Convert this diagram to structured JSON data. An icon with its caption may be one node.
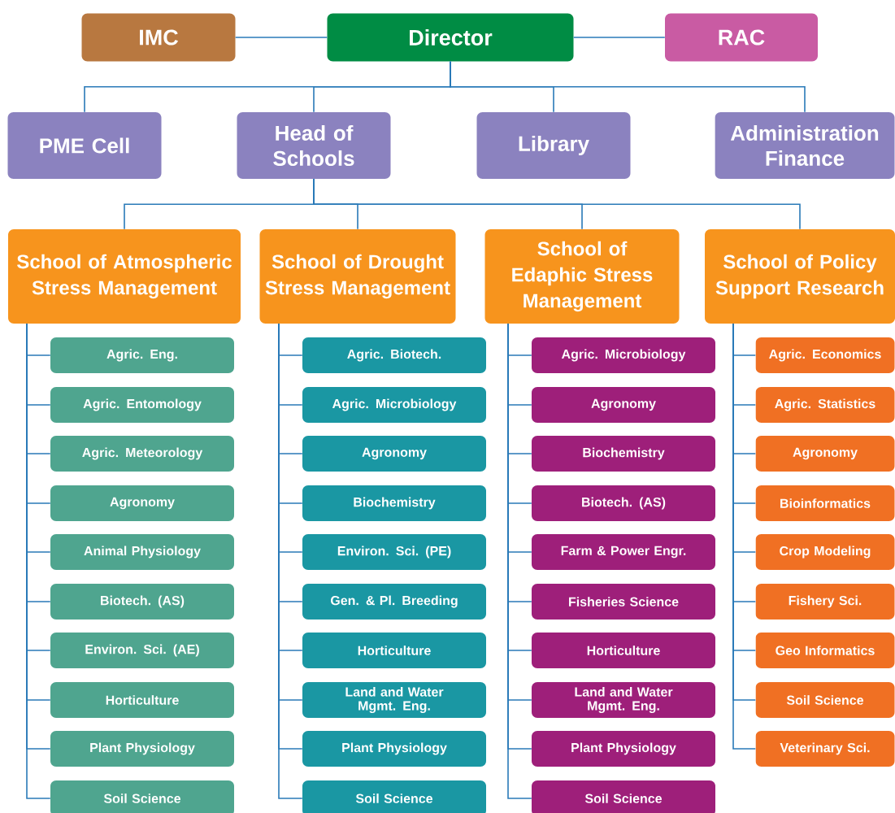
{
  "diagram": {
    "nodes": [
      {
        "text": [
          "IMC"
        ]
      },
      {
        "text": [
          "Director"
        ]
      },
      {
        "text": [
          "RAC"
        ]
      },
      {
        "text": [
          "PME Cell"
        ]
      },
      {
        "text": [
          "Head of Schools"
        ]
      },
      {
        "text": [
          "Library"
        ]
      },
      {
        "text": [
          "Administration Finance"
        ]
      },
      {
        "text": [
          "School of Atmospheric Stress Management"
        ]
      },
      {
        "text": [
          "School of Drought Stress Management"
        ]
      },
      {
        "text": [
          "School of Edaphic Stress Management"
        ]
      },
      {
        "text": [
          "School of Policy Support Research"
        ]
      },
      {
        "text": [
          "Agric. Eng."
        ]
      },
      {
        "text": [
          "Agric. Entomology"
        ]
      },
      {
        "text": [
          "Agric. Meteorology"
        ]
      },
      {
        "text": [
          "Agronomy"
        ]
      },
      {
        "text": [
          "Animal Physiology"
        ]
      },
      {
        "text": [
          "Biotech. (AS)"
        ]
      },
      {
        "text": [
          "Environ. Sci. (AE)"
        ]
      },
      {
        "text": [
          "Horticulture"
        ]
      },
      {
        "text": [
          "Plant Physiology"
        ]
      },
      {
        "text": [
          "Soil Science"
        ]
      },
      {
        "text": [
          "Agric. Biotech."
        ]
      },
      {
        "text": [
          "Agric. Microbiology"
        ]
      },
      {
        "text": [
          "Agronomy"
        ]
      },
      {
        "text": [
          "Biochemistry"
        ]
      },
      {
        "text": [
          "Environ. Sci. (PE)"
        ]
      },
      {
        "text": [
          "Gen. & Pl. Breeding"
        ]
      },
      {
        "text": [
          "Horticulture"
        ]
      },
      {
        "text": [
          "Land and Water Mgmt. Eng."
        ]
      },
      {
        "text": [
          "Plant Physiology"
        ]
      },
      {
        "text": [
          "Soil Science"
        ]
      },
      {
        "text": [
          "Agric. Microbiology"
        ]
      },
      {
        "text": [
          "Agronomy"
        ]
      },
      {
        "text": [
          "Biochemistry"
        ]
      },
      {
        "text": [
          "Biotech. (AS)"
        ]
      },
      {
        "text": [
          "Farm & Power Engr."
        ]
      },
      {
        "text": [
          "Fisheries Science"
        ]
      },
      {
        "text": [
          "Horticulture"
        ]
      },
      {
        "text": [
          "Land and Water Mgmt. Eng."
        ]
      },
      {
        "text": [
          "Plant Physiology"
        ]
      },
      {
        "text": [
          "Soil Science"
        ]
      },
      {
        "text": [
          "Agric. Economics"
        ]
      },
      {
        "text": [
          "Agric. Statistics"
        ]
      },
      {
        "text": [
          "Agronomy"
        ]
      },
      {
        "text": [
          "Bioinformatics"
        ]
      },
      {
        "text": [
          "Crop Modeling"
        ]
      },
      {
        "text": [
          "Fishery Sci."
        ]
      },
      {
        "text": [
          "Geo Informatics"
        ]
      },
      {
        "text": [
          "Soil Science"
        ]
      },
      {
        "text": [
          "Veterinary Sci."
        ]
      }
    ],
    "edges": [
      {
        "from": 0,
        "to": 1,
        "arrow": "none"
      },
      {
        "from": 1,
        "to": 2,
        "arrow": "none"
      },
      {
        "from": 1,
        "to": 3,
        "arrow": "none"
      },
      {
        "from": 1,
        "to": 4,
        "arrow": "none"
      },
      {
        "from": 1,
        "to": 5,
        "arrow": "none"
      },
      {
        "from": 1,
        "to": 6,
        "arrow": "none"
      },
      {
        "from": 4,
        "to": 7,
        "arrow": "none"
      },
      {
        "from": 4,
        "to": 8,
        "arrow": "none"
      },
      {
        "from": 4,
        "to": 9,
        "arrow": "none"
      },
      {
        "from": 4,
        "to": 10,
        "arrow": "none"
      },
      {
        "from": 7,
        "to": 11,
        "arrow": "none"
      },
      {
        "from": 7,
        "to": 12,
        "arrow": "none"
      },
      {
        "from": 7,
        "to": 13,
        "arrow": "none"
      },
      {
        "from": 7,
        "to": 14,
        "arrow": "none"
      },
      {
        "from": 7,
        "to": 15,
        "arrow": "none"
      },
      {
        "from": 7,
        "to": 16,
        "arrow": "none"
      },
      {
        "from": 7,
        "to": 17,
        "arrow": "none"
      },
      {
        "from": 7,
        "to": 18,
        "arrow": "none"
      },
      {
        "from": 7,
        "to": 19,
        "arrow": "none"
      },
      {
        "from": 7,
        "to": 20,
        "arrow": "none"
      },
      {
        "from": 8,
        "to": 21,
        "arrow": "none"
      },
      {
        "from": 8,
        "to": 22,
        "arrow": "none"
      },
      {
        "from": 8,
        "to": 23,
        "arrow": "none"
      },
      {
        "from": 8,
        "to": 24,
        "arrow": "none"
      },
      {
        "from": 8,
        "to": 25,
        "arrow": "none"
      },
      {
        "from": 8,
        "to": 26,
        "arrow": "none"
      },
      {
        "from": 8,
        "to": 27,
        "arrow": "none"
      },
      {
        "from": 8,
        "to": 28,
        "arrow": "none"
      },
      {
        "from": 8,
        "to": 29,
        "arrow": "none"
      },
      {
        "from": 8,
        "to": 30,
        "arrow": "none"
      },
      {
        "from": 9,
        "to": 31,
        "arrow": "none"
      },
      {
        "from": 9,
        "to": 32,
        "arrow": "none"
      },
      {
        "from": 9,
        "to": 33,
        "arrow": "none"
      },
      {
        "from": 9,
        "to": 34,
        "arrow": "none"
      },
      {
        "from": 9,
        "to": 35,
        "arrow": "none"
      },
      {
        "from": 9,
        "to": 36,
        "arrow": "none"
      },
      {
        "from": 9,
        "to": 37,
        "arrow": "none"
      },
      {
        "from": 9,
        "to": 38,
        "arrow": "none"
      },
      {
        "from": 9,
        "to": 39,
        "arrow": "none"
      },
      {
        "from": 9,
        "to": 40,
        "arrow": "none"
      },
      {
        "from": 10,
        "to": 41,
        "arrow": "none"
      },
      {
        "from": 10,
        "to": 42,
        "arrow": "none"
      },
      {
        "from": 10,
        "to": 43,
        "arrow": "none"
      },
      {
        "from": 10,
        "to": 44,
        "arrow": "none"
      },
      {
        "from": 10,
        "to": 45,
        "arrow": "none"
      },
      {
        "from": 10,
        "to": 46,
        "arrow": "none"
      },
      {
        "from": 10,
        "to": 47,
        "arrow": "none"
      },
      {
        "from": 10,
        "to": 48,
        "arrow": "none"
      },
      {
        "from": 10,
        "to": 49,
        "arrow": "none"
      }
    ]
  }
}
